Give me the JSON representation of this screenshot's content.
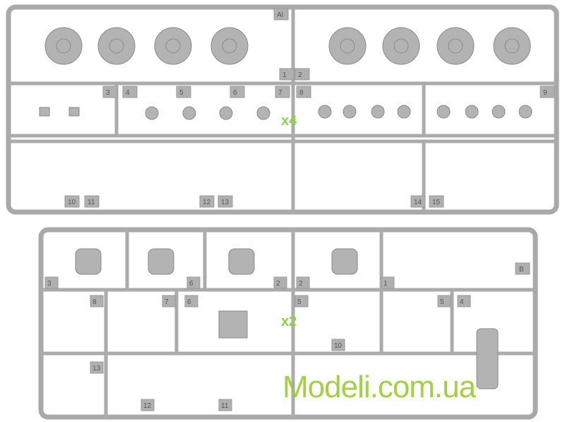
{
  "sprue_a": {
    "code": "Al",
    "numbers": [
      "1",
      "2",
      "3",
      "4",
      "5",
      "6",
      "7",
      "8",
      "9",
      "10",
      "11",
      "12",
      "13",
      "14",
      "15"
    ],
    "multiplier": "x4"
  },
  "sprue_b": {
    "code": "B",
    "numbers_top": [
      "3",
      "6",
      "2",
      "2",
      "1"
    ],
    "numbers_mid": [
      "8",
      "7",
      "6",
      "5",
      "5",
      "4"
    ],
    "numbers_bottom": [
      "13",
      "12",
      "11",
      "10"
    ],
    "multiplier": "x2"
  },
  "watermark": "Modeli.com.ua",
  "colors": {
    "plastic": "#b3b3b3",
    "accent": "#8fd14f"
  }
}
